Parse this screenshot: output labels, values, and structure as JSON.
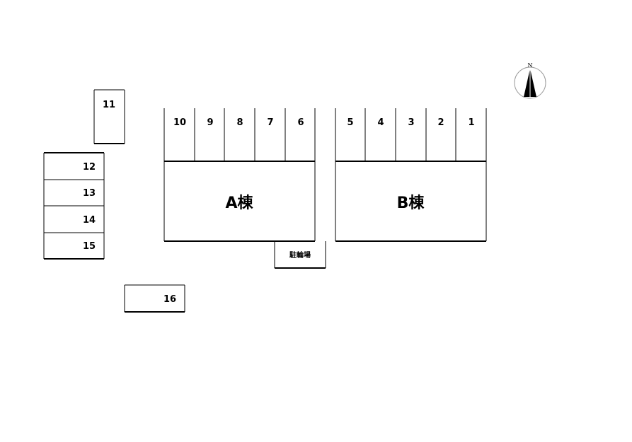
{
  "site_map": {
    "stalls": {
      "s1": "1",
      "s2": "2",
      "s3": "3",
      "s4": "4",
      "s5": "5",
      "s6": "6",
      "s7": "7",
      "s8": "8",
      "s9": "9",
      "s10": "10",
      "s11": "11",
      "s12": "12",
      "s13": "13",
      "s14": "14",
      "s15": "15",
      "s16": "16"
    },
    "building_a": "A棟",
    "building_b": "B棟",
    "bicycle_parking": "駐輪場",
    "north_label": "N"
  }
}
